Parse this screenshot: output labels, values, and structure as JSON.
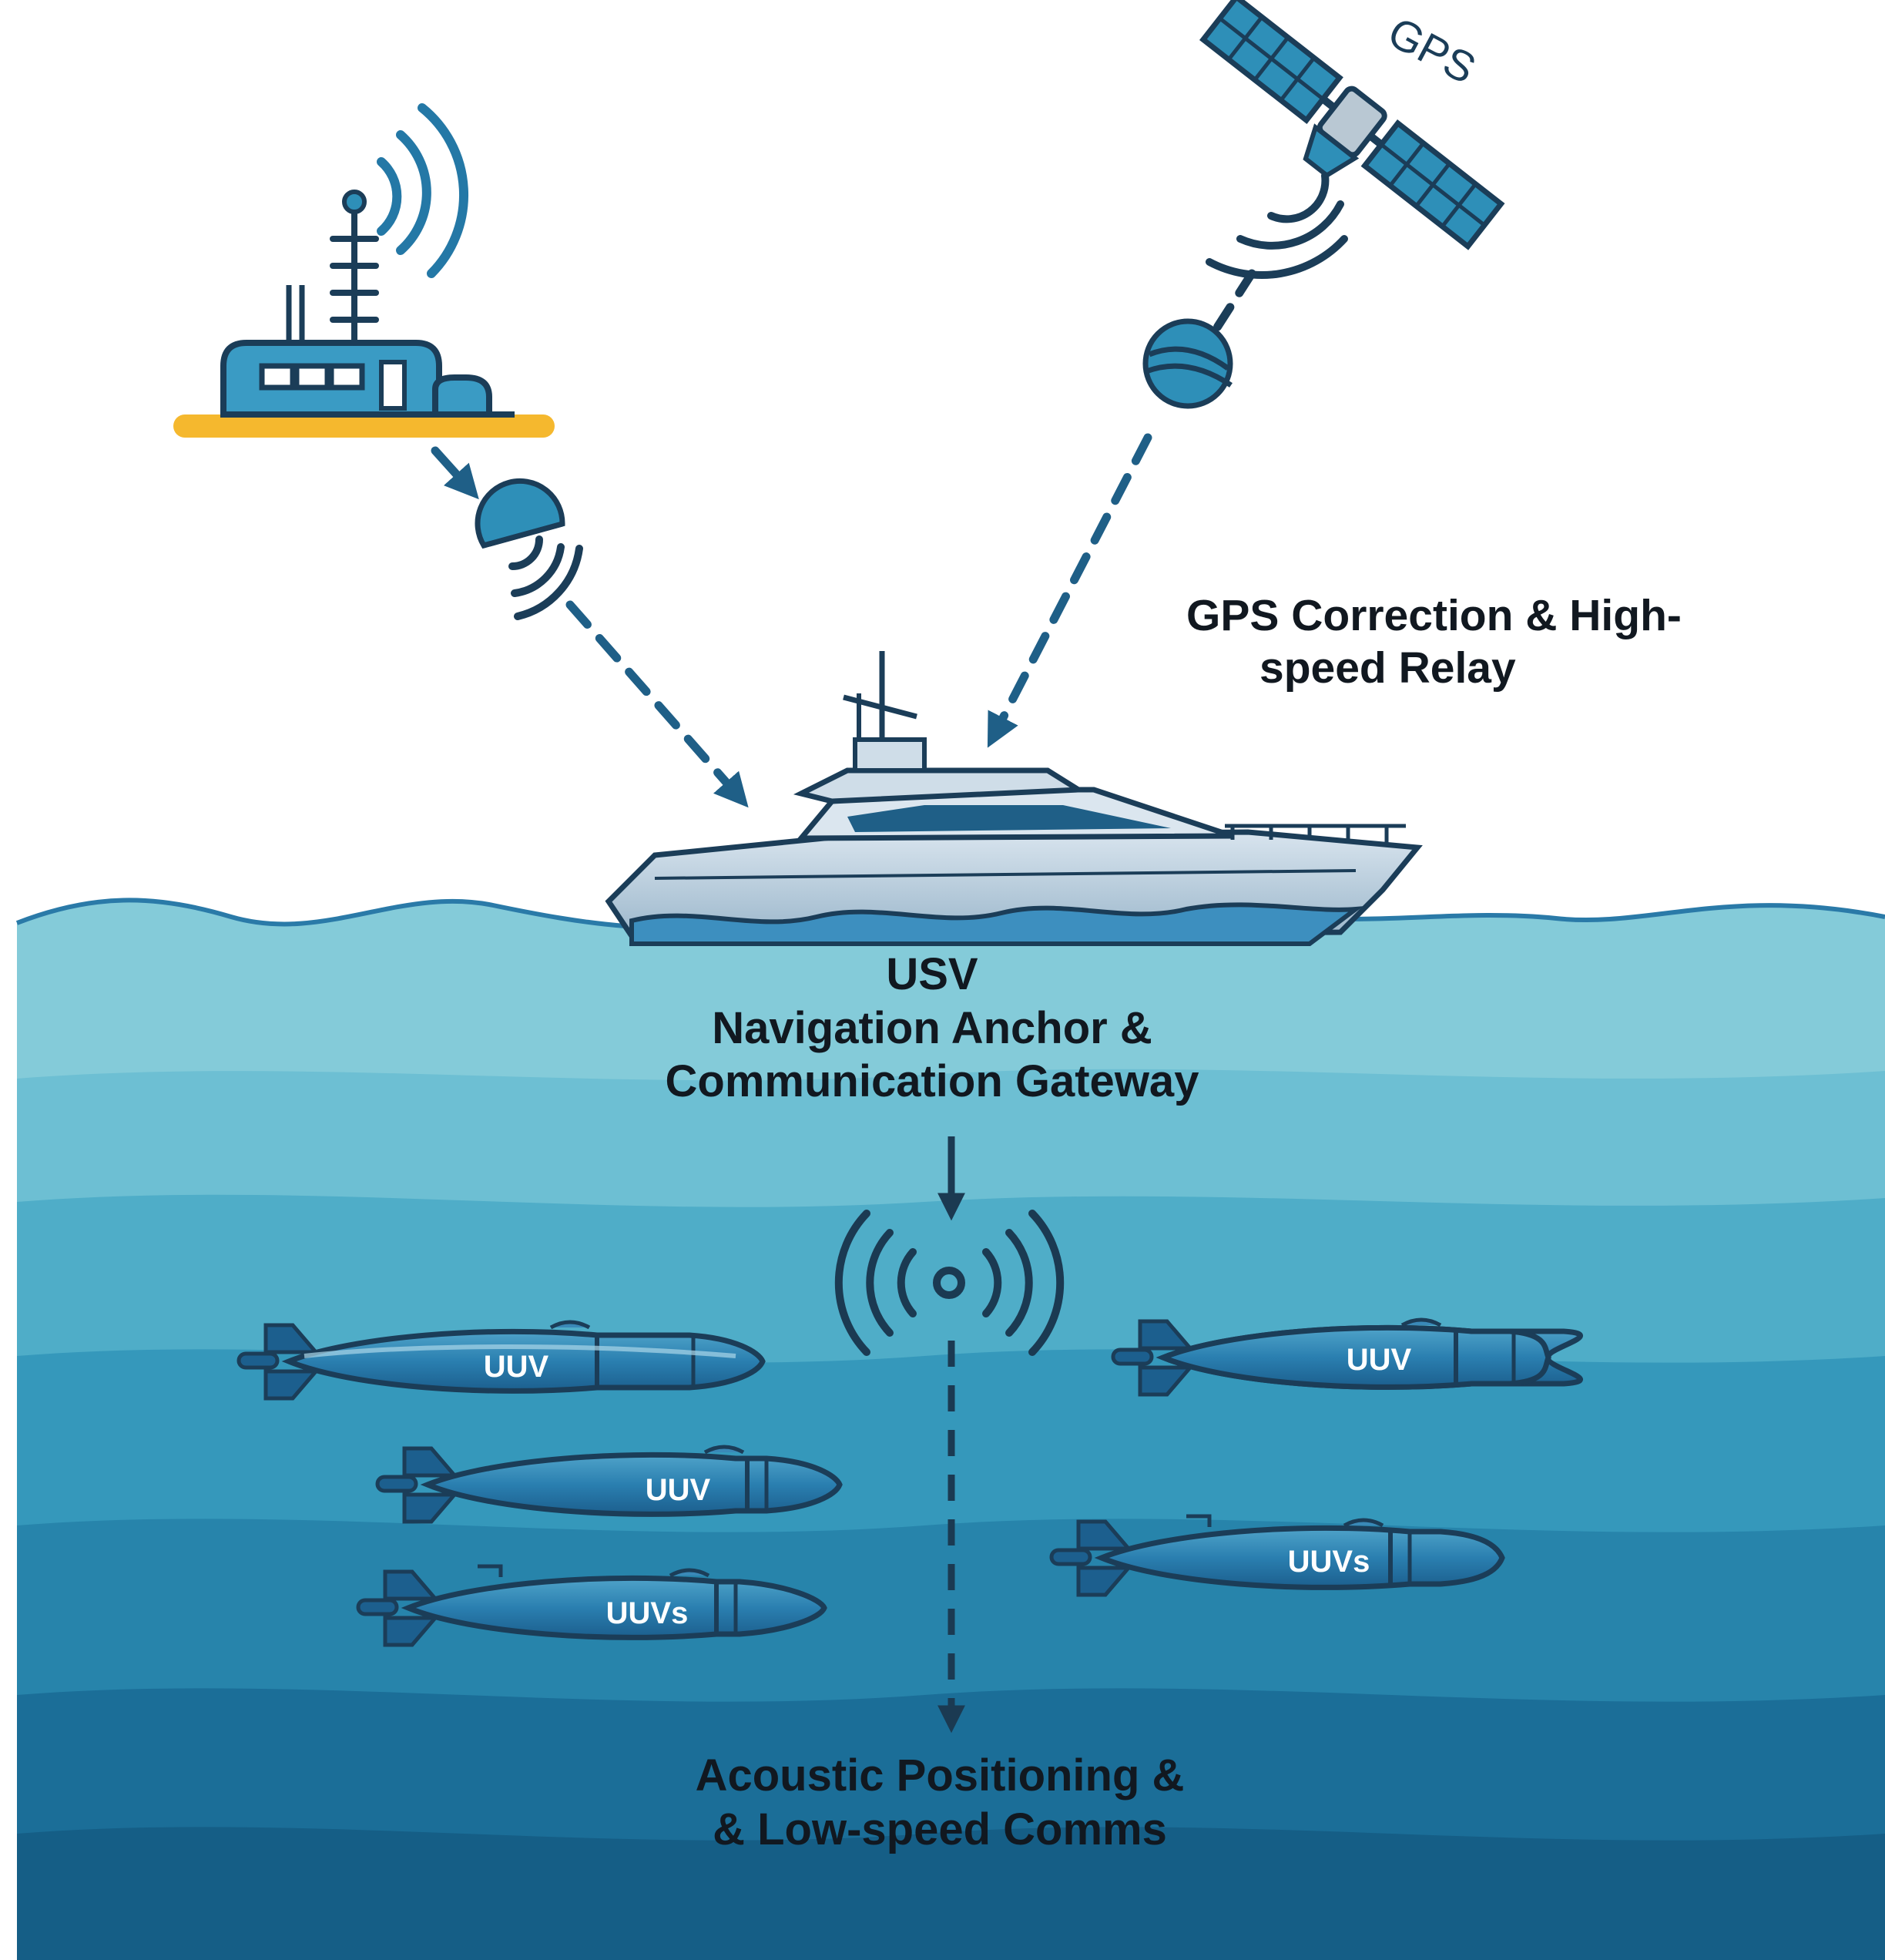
{
  "gps_satellite": {
    "label": "GPS"
  },
  "gps_label": {
    "line1": "GPS Correction & High-",
    "line2": "speed Relay"
  },
  "usv_label": {
    "line1": "USV",
    "line2": "Navigation Anchor &",
    "line3": "Communication Gateway"
  },
  "acoustic_label": {
    "line1": "Acoustic Positioning &",
    "line2": "& Low-speed Comms"
  },
  "uuvs": [
    {
      "label": "UUV"
    },
    {
      "label": "UUV"
    },
    {
      "label": "UUV"
    },
    {
      "label": "UUVs"
    },
    {
      "label": "UUVs"
    }
  ],
  "colors": {
    "accent": "#2e8fb8",
    "outline": "#1b3d58",
    "sand": "#f5b82e",
    "sea_top": "#7ec9d8",
    "sea_bottom": "#0f5a82"
  }
}
